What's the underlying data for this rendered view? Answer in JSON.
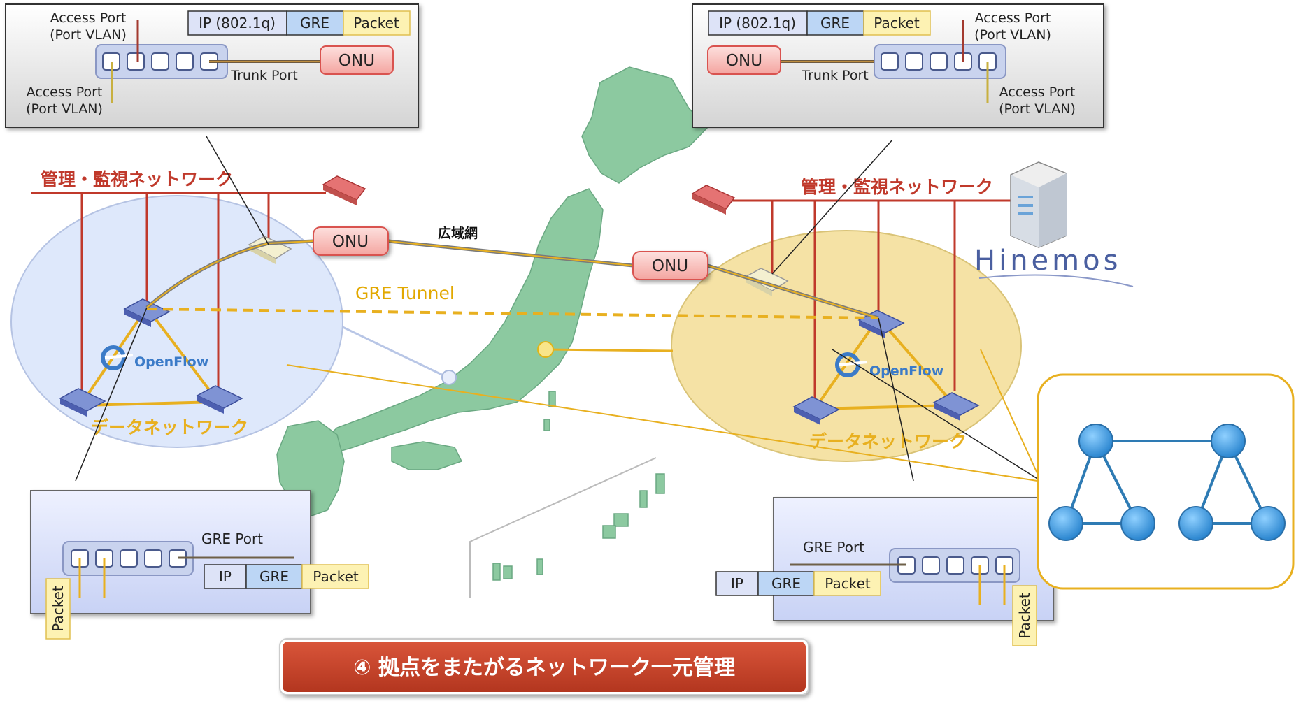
{
  "colors": {
    "mgmt_red": "#c0392b",
    "data_gold": "#e8b020",
    "onu_fill": "#f9c4c0",
    "onu_stroke": "#d9534f",
    "ip_fill": "#dde3f7",
    "gre_fill": "#bcd6f5",
    "packet_fill": "#fdf2b3",
    "japan_green": "#8cc9a0",
    "left_site": "#dbe6fb",
    "right_site": "#f5e1a1",
    "banner": "#c4402a",
    "node_blue": "#3e95d8"
  },
  "callout_top_left": {
    "access_port_top": [
      "Access Port",
      "(Port VLAN)"
    ],
    "access_port_bottom": [
      "Access Port",
      "(Port VLAN)"
    ],
    "trunk_port": "Trunk  Port",
    "onu": "ONU",
    "tags": {
      "ip": "IP (802.1q)",
      "gre": "GRE",
      "packet": "Packet"
    }
  },
  "callout_top_right": {
    "access_port_top": [
      "Access Port",
      "(Port VLAN)"
    ],
    "access_port_bottom": [
      "Access Port",
      "(Port VLAN)"
    ],
    "trunk_port": "Trunk  Port",
    "onu": "ONU",
    "tags": {
      "ip": "IP (802.1q)",
      "gre": "GRE",
      "packet": "Packet"
    }
  },
  "left_site": {
    "mgmt_label": "管理・監視ネットワーク",
    "data_label": "データネットワーク",
    "openflow": "OpenFlow",
    "onu": "ONU"
  },
  "right_site": {
    "mgmt_label": "管理・監視ネットワーク",
    "data_label": "データネットワーク",
    "openflow": "OpenFlow",
    "onu": "ONU",
    "hinemos": "Hinemos"
  },
  "wan_label": "広域網",
  "tunnel_label": "GRE Tunnel",
  "callout_bottom_left": {
    "gre_port": "GRE Port",
    "tags": {
      "ip": "IP",
      "gre": "GRE",
      "packet": "Packet"
    },
    "vertical_packet": "Packet"
  },
  "callout_bottom_right": {
    "gre_port": "GRE Port",
    "tags": {
      "ip": "IP",
      "gre": "GRE",
      "packet": "Packet"
    },
    "vertical_packet": "Packet"
  },
  "banner": "④ 拠点をまたがるネットワーク一元管理"
}
